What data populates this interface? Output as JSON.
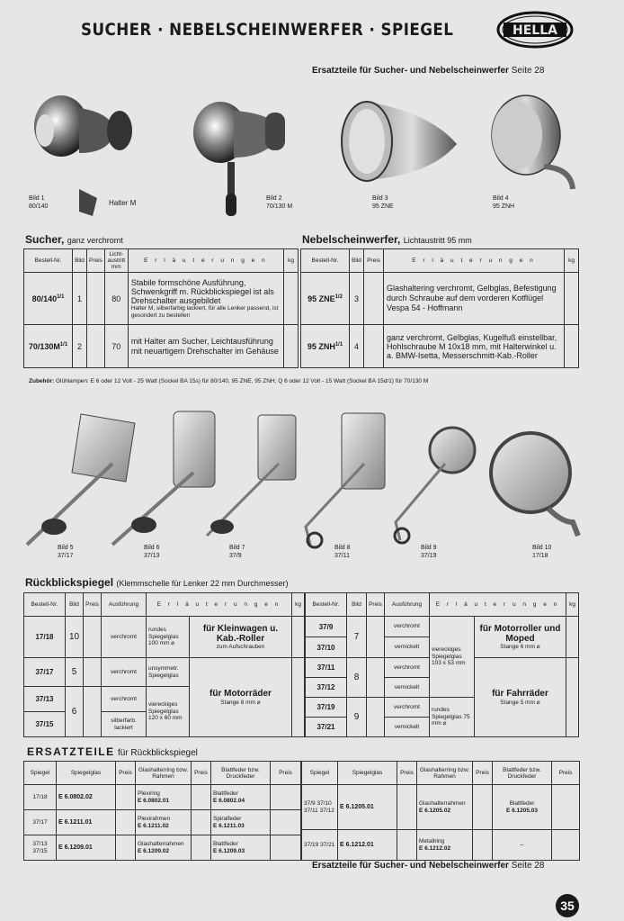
{
  "header": {
    "title": "SUCHER · NEBELSCHEINWERFER · SPIEGEL",
    "logo": "HELLA",
    "ref_prefix": "Ersatzteile für Sucher- und Nebelscheinwerfer",
    "ref_page": "Seite 28"
  },
  "figures_top": [
    {
      "label": "Bild 1",
      "code": "80/140"
    },
    {
      "label": "Halter M",
      "code": ""
    },
    {
      "label": "Bild 2",
      "code": "70/130 M"
    },
    {
      "label": "Bild 3",
      "code": "95 ZNE"
    },
    {
      "label": "Bild 4",
      "code": "95 ZNH"
    }
  ],
  "sucher": {
    "title": "Sucher,",
    "subtitle": "ganz verchromt",
    "headers": {
      "nr": "Bestell-Nr.",
      "bild": "Bild",
      "preis": "Preis",
      "licht": "Licht-austritt mm",
      "erl": "E r l ä u t e r u n g e n",
      "kg": "kg"
    },
    "rows": [
      {
        "nr": "80/140",
        "frac": "1/1",
        "bild": "1",
        "licht": "80",
        "text1": "Stabile formschöne Ausführung, Schwenkgriff m. Rückblickspiegel ist als Drehschalter ausgebildet",
        "text2": "Halter M, silberfarbig lackiert, für alle Lenker passend, ist gesondert zu bestellen"
      },
      {
        "nr": "70/130M",
        "frac": "1/1",
        "bild": "2",
        "licht": "70",
        "text1": "mit Halter am Sucher, Leichtausführung mit neuartigem Drehschalter im Gehäuse",
        "text2": ""
      }
    ]
  },
  "nebel": {
    "title": "Nebelscheinwerfer,",
    "subtitle": "Lichtaustritt 95 mm",
    "headers": {
      "nr": "Bestell-Nr.",
      "bild": "Bild",
      "preis": "Preis",
      "erl": "E r l ä u t e r u n g e n",
      "kg": "kg"
    },
    "rows": [
      {
        "nr": "95 ZNE",
        "frac": "1/2",
        "bild": "3",
        "text": "Glashaltering verchromt, Gelbglas, Befestigung durch Schraube auf dem vorderen Kotflügel Vespa 54 - Hoffmann"
      },
      {
        "nr": "95 ZNH",
        "frac": "1/1",
        "bild": "4",
        "text": "ganz verchromt, Gelbglas, Kugelfuß einstellbar, Hohlschraube M 10x18 mm, mit Halterwinkel u. a. BMW-Isetta, Messerschmitt-Kab.-Roller"
      }
    ]
  },
  "zubehoer": {
    "label": "Zubehör:",
    "text": "Glühlampen: E 6 oder 12 Volt - 25 Watt (Sockel BA 15s) für 80/140, 95 ZNE, 95 ZNH; Q 6 oder 12 Volt - 15 Watt (Sockel BA 15d/1) für 70/130 M"
  },
  "figures_mirrors": [
    {
      "label": "Bild 5",
      "code": "37/17"
    },
    {
      "label": "Bild 6",
      "code": "37/13"
    },
    {
      "label": "Bild 7",
      "code": "37/9"
    },
    {
      "label": "Bild 8",
      "code": "37/11"
    },
    {
      "label": "Bild 9",
      "code": "37/19"
    },
    {
      "label": "Bild 10",
      "code": "17/18"
    }
  ],
  "rueck": {
    "title": "Rückblickspiegel",
    "subtitle": "(Klemmschelle für Lenker 22 mm Durchmesser)",
    "headers": {
      "nr": "Bestell-Nr.",
      "bild": "Bild",
      "preis": "Preis",
      "ausf": "Ausführung",
      "erl": "E r l ä u t e r u n g e n",
      "kg": "kg"
    },
    "left": {
      "nr": [
        "17/18",
        "37/17",
        "37/13",
        "37/15"
      ],
      "bild": [
        "10",
        "5",
        "6"
      ],
      "ausf": [
        "verchromt",
        "verchromt",
        "verchromt",
        "silberfarb. lackiert"
      ],
      "glas": [
        "rundes Spiegelglas 100 mm ⌀",
        "unsymmetr. Spiegelglas",
        "viereckiges Spiegelglas 120 x 60 mm"
      ],
      "use1": "für Kleinwagen u. Kab.-Roller",
      "use1b": "zum Aufschrauben",
      "use2": "für Motorräder",
      "use2b": "Stange 8 mm ⌀"
    },
    "right": {
      "nr": [
        "37/9",
        "37/10",
        "37/11",
        "37/12",
        "37/19",
        "37/21"
      ],
      "bild": [
        "7",
        "8",
        "9"
      ],
      "ausf": [
        "verchromt",
        "vernickelt",
        "verchromt",
        "vernickelt",
        "verchromt",
        "vernickelt"
      ],
      "glas": [
        "viereckiges Spiegelglas 103 x 53 mm",
        "rundes Spiegelglas 75 mm ⌀"
      ],
      "use1": "für Motorroller und Moped",
      "use1b": "Stange 6 mm ⌀",
      "use2": "für Fahrräder",
      "use2b": "Stange 5 mm ⌀"
    }
  },
  "ersatz": {
    "title": "ERSATZTEILE",
    "subtitle": "für Rückblickspiegel",
    "headers": {
      "spiegel": "Spiegel",
      "glas": "Spiegelglas",
      "preis": "Preis",
      "ring": "Glashalterring bzw. Rahmen",
      "feder": "Blattfeder bzw. Druckfeder"
    },
    "left": [
      {
        "spiegel": "17/18",
        "glas": "E 6.0802.02",
        "ring1": "Plexiring",
        "ring2": "E 6.0802.01",
        "feder1": "Blattfeder",
        "feder2": "E 6.0802.04"
      },
      {
        "spiegel": "37/17",
        "glas": "E 6.1211.01",
        "ring1": "Plexirahmen",
        "ring2": "E 6.1211.02",
        "feder1": "Spiralfeder",
        "feder2": "E 6.1211.03"
      },
      {
        "spiegel": "37/13 37/15",
        "glas": "E 6.1209.01",
        "ring1": "Glashalterrahmen",
        "ring2": "E 6.1209.02",
        "feder1": "Blattfeder",
        "feder2": "E 6.1209.03"
      }
    ],
    "right": [
      {
        "spiegel": "37/9 37/10 37/11 37/12",
        "glas": "E 6.1205.01",
        "ring1": "Glashalterrahmen",
        "ring2": "E 6.1205.02",
        "feder1": "Blattfeder",
        "feder2": "E 6.1205.03"
      },
      {
        "spiegel": "37/19 37/21",
        "glas": "E 6.1212.01",
        "ring1": "Metallring",
        "ring2": "E 6.1212.02",
        "feder1": "–",
        "feder2": ""
      }
    ]
  },
  "footer": {
    "ref_prefix": "Ersatzteile für Sucher- und Nebelscheinwerfer",
    "ref_page": "Seite 28",
    "page_number": "35"
  }
}
